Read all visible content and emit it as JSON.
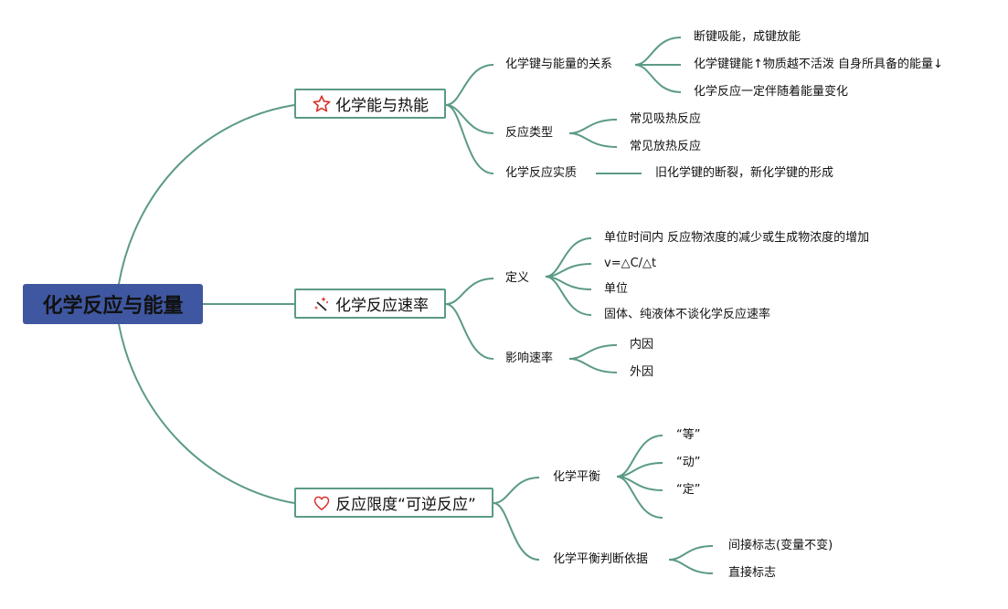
{
  "root": {
    "label": "化学反应与能量"
  },
  "colors": {
    "line": "#5b9a86",
    "root_bg": "#3f57a0",
    "icon": "#d9352b"
  },
  "branches": [
    {
      "label": "化学能与热能",
      "icon": "star-icon",
      "children": [
        {
          "label": "化学键与能量的关系",
          "children": [
            "断键吸能，成键放能",
            "化学键键能↑物质越不活泼 自身所具备的能量↓",
            "化学反应一定伴随着能量变化"
          ]
        },
        {
          "label": "反应类型",
          "children": [
            "常见吸热反应",
            "常见放热反应"
          ]
        },
        {
          "label": "化学反应实质",
          "children": [
            "旧化学键的断裂，新化学键的形成"
          ]
        }
      ]
    },
    {
      "label": "化学反应速率",
      "icon": "magic-wand-icon",
      "children": [
        {
          "label": "定义",
          "children": [
            "单位时间内 反应物浓度的减少或生成物浓度的增加",
            "v=△C/△t",
            "单位",
            "固体、纯液体不谈化学反应速率"
          ]
        },
        {
          "label": "影响速率",
          "children": [
            "内因",
            "外因"
          ]
        }
      ]
    },
    {
      "label": "反应限度“可逆反应”",
      "icon": "heart-icon",
      "children": [
        {
          "label": "化学平衡",
          "children": [
            "“等”",
            "“动”",
            "“定”",
            ""
          ]
        },
        {
          "label": "化学平衡判断依据",
          "children": [
            "间接标志(变量不变)",
            "直接标志"
          ]
        }
      ]
    }
  ]
}
